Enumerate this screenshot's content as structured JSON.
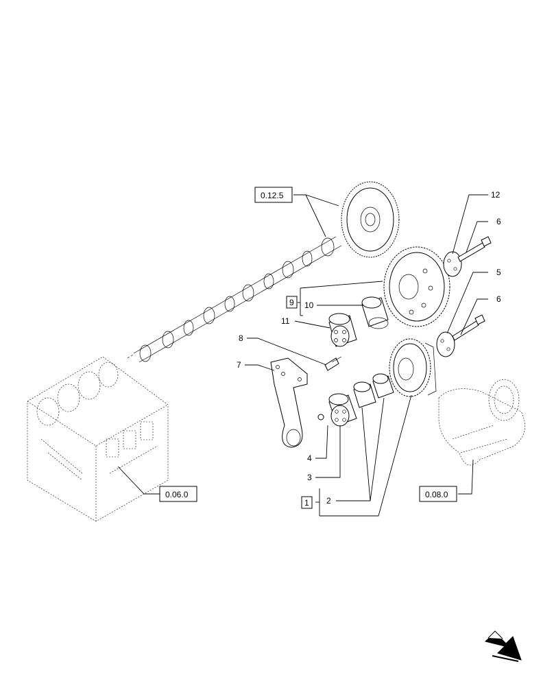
{
  "callouts": [
    {
      "id": "c1",
      "text": "1",
      "boxed": true
    },
    {
      "id": "c2",
      "text": "2",
      "boxed": false
    },
    {
      "id": "c3",
      "text": "3",
      "boxed": false
    },
    {
      "id": "c4",
      "text": "4",
      "boxed": false
    },
    {
      "id": "c5",
      "text": "5",
      "boxed": false
    },
    {
      "id": "c6a",
      "text": "6",
      "boxed": false
    },
    {
      "id": "c6b",
      "text": "6",
      "boxed": false
    },
    {
      "id": "c7",
      "text": "7",
      "boxed": false
    },
    {
      "id": "c8",
      "text": "8",
      "boxed": false
    },
    {
      "id": "c9",
      "text": "9",
      "boxed": true
    },
    {
      "id": "c10",
      "text": "10",
      "boxed": false
    },
    {
      "id": "c11",
      "text": "11",
      "boxed": false
    },
    {
      "id": "c12",
      "text": "12",
      "boxed": false
    }
  ],
  "references": {
    "camshaft_ref": "0.12.5",
    "block_ref": "0.06.0",
    "crankshaft_ref": "0.08.0"
  },
  "nav": {
    "next_icon": "next-page-arrow-icon"
  }
}
